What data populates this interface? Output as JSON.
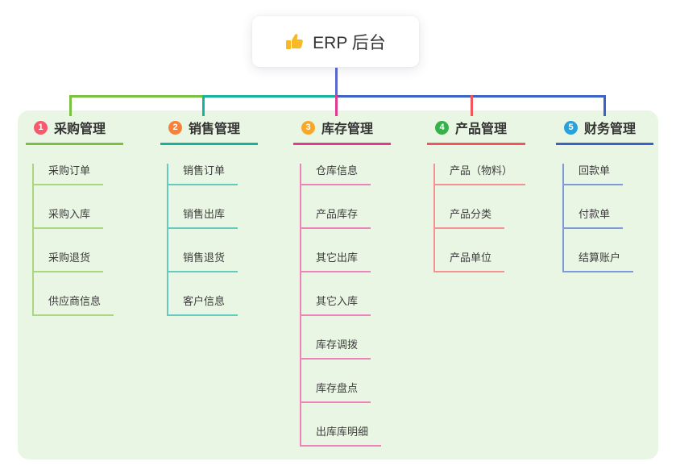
{
  "root": {
    "label": "ERP 后台",
    "icon": "thumbs-up-icon",
    "icon_color": "#f7b928"
  },
  "canvas": {
    "background": "#ffffff",
    "panel_background": "#e9f6e3"
  },
  "connector_color": "#5b68ce",
  "branches": [
    {
      "index": "1",
      "label": "采购管理",
      "badge_color": "#f8596c",
      "line_color": "#7ac143",
      "child_line_color": "#a9d77f",
      "children": [
        "采购订单",
        "采购入库",
        "采购退货",
        "供应商信息"
      ]
    },
    {
      "index": "2",
      "label": "销售管理",
      "badge_color": "#f58238",
      "line_color": "#16b3a0",
      "child_line_color": "#66cabe",
      "children": [
        "销售订单",
        "销售出库",
        "销售退货",
        "客户信息"
      ]
    },
    {
      "index": "3",
      "label": "库存管理",
      "badge_color": "#f9a825",
      "line_color": "#df3c90",
      "child_line_color": "#ec83bc",
      "children": [
        "仓库信息",
        "产品库存",
        "其它出库",
        "其它入库",
        "库存调拨",
        "库存盘点",
        "出库库明细"
      ]
    },
    {
      "index": "4",
      "label": "产品管理",
      "badge_color": "#35b34a",
      "line_color": "#f4545c",
      "child_line_color": "#f78f93",
      "children": [
        "产品（物料）",
        "产品分类",
        "产品单位"
      ]
    },
    {
      "index": "5",
      "label": "财务管理",
      "badge_color": "#27a2dc",
      "line_color": "#3d62c6",
      "child_line_color": "#7f9ad8",
      "children": [
        "回款单",
        "付款单",
        "结算账户"
      ]
    }
  ]
}
